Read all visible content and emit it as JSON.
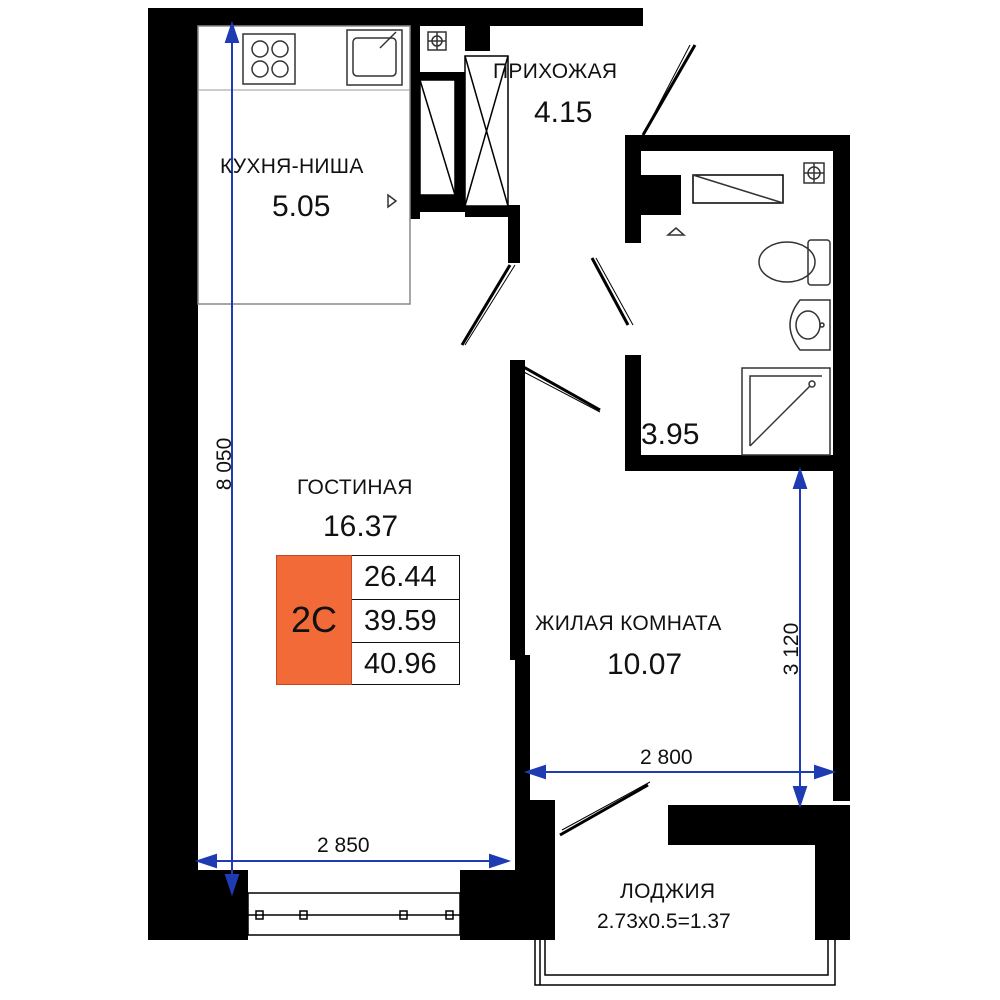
{
  "rooms": {
    "hall": {
      "name": "ПРИХОЖАЯ",
      "area": "4.15"
    },
    "kitchen": {
      "name": "КУХНЯ-НИША",
      "area": "5.05"
    },
    "bathroom": {
      "area": "3.95"
    },
    "living": {
      "name": "ГОСТИНАЯ",
      "area": "16.37"
    },
    "bedroom": {
      "name": "ЖИЛАЯ КОМНАТА",
      "area": "10.07"
    },
    "loggia": {
      "name": "ЛОДЖИЯ",
      "area": "2.73x0.5=1.37"
    }
  },
  "summary": {
    "type": "2С",
    "areas": [
      "26.44",
      "39.59",
      "40.96"
    ]
  },
  "dimensions": {
    "living_height": "8 050",
    "living_width": "2 850",
    "bedroom_height": "3 120",
    "bedroom_width": "2 800"
  },
  "colors": {
    "wall": "#000000",
    "dimension_line": "#1f3bb3",
    "badge": "#f26a37"
  }
}
